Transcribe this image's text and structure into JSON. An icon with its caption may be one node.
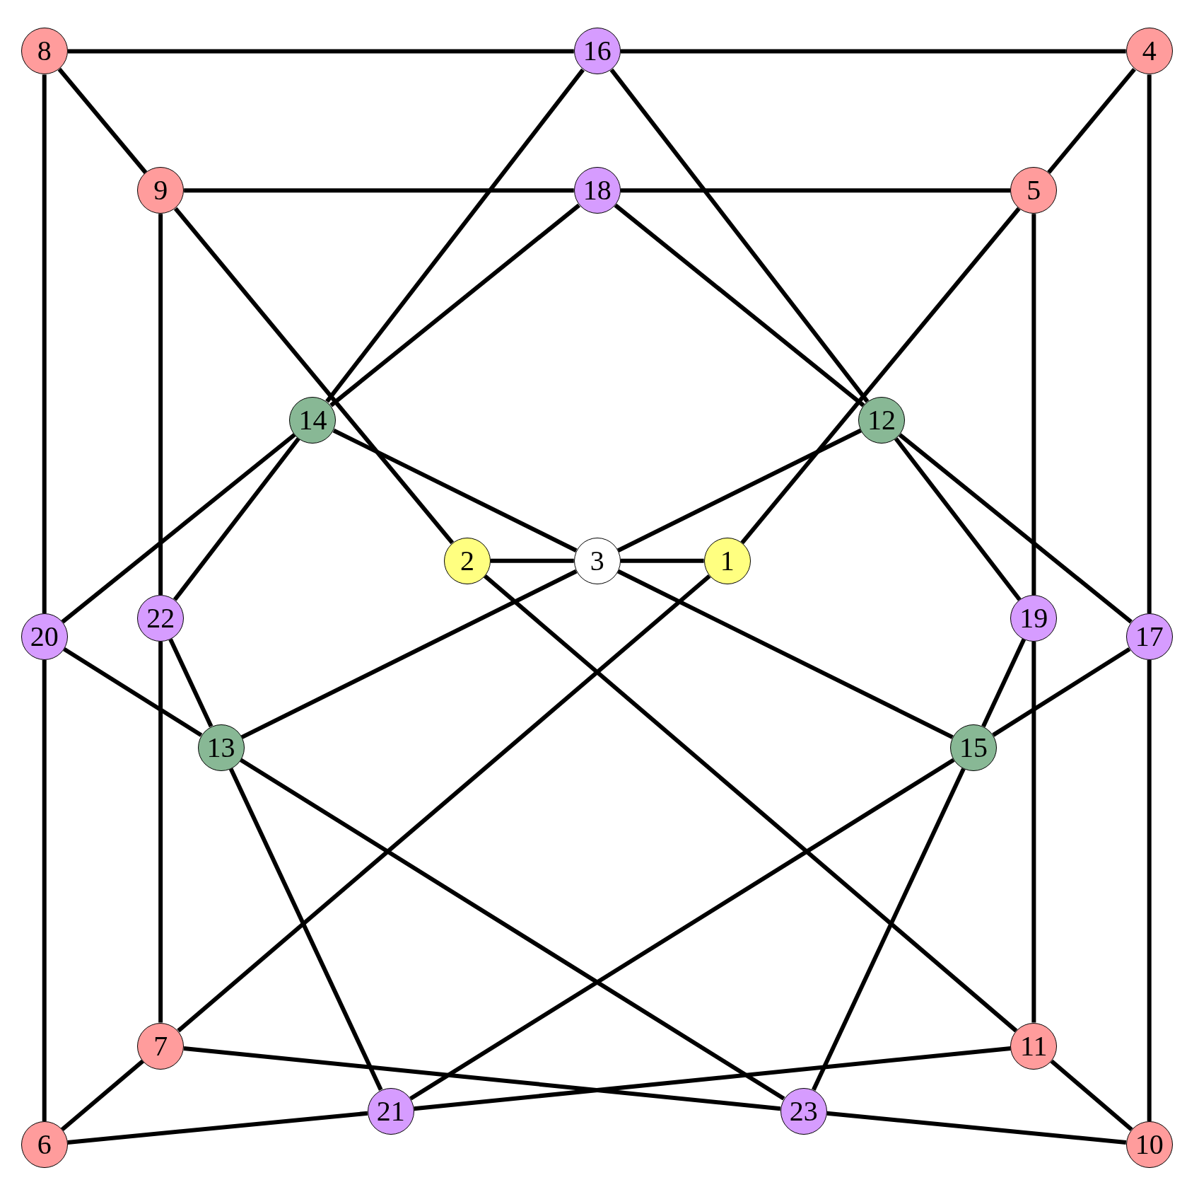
{
  "diagram": {
    "nodes": [
      {
        "text": [
          "1"
        ]
      },
      {
        "text": [
          "2"
        ]
      },
      {
        "text": [
          "3"
        ]
      },
      {
        "text": [
          "4"
        ]
      },
      {
        "text": [
          "5"
        ]
      },
      {
        "text": [
          "6"
        ]
      },
      {
        "text": [
          "7"
        ]
      },
      {
        "text": [
          "8"
        ]
      },
      {
        "text": [
          "9"
        ]
      },
      {
        "text": [
          "10"
        ]
      },
      {
        "text": [
          "11"
        ]
      },
      {
        "text": [
          "12"
        ]
      },
      {
        "text": [
          "13"
        ]
      },
      {
        "text": [
          "14"
        ]
      },
      {
        "text": [
          "15"
        ]
      },
      {
        "text": [
          "16"
        ]
      },
      {
        "text": [
          "17"
        ]
      },
      {
        "text": [
          "18"
        ]
      },
      {
        "text": [
          "19"
        ]
      },
      {
        "text": [
          "20"
        ]
      },
      {
        "text": [
          "21"
        ]
      },
      {
        "text": [
          "22"
        ]
      },
      {
        "text": [
          "23"
        ]
      }
    ],
    "edges": [
      {
        "from": 7,
        "to": 15,
        "arrow": "none"
      },
      {
        "from": 15,
        "to": 3,
        "arrow": "none"
      },
      {
        "from": 7,
        "to": 8,
        "arrow": "none"
      },
      {
        "from": 7,
        "to": 19,
        "arrow": "none"
      },
      {
        "from": 19,
        "to": 5,
        "arrow": "none"
      },
      {
        "from": 3,
        "to": 4,
        "arrow": "none"
      },
      {
        "from": 3,
        "to": 16,
        "arrow": "none"
      },
      {
        "from": 16,
        "to": 9,
        "arrow": "none"
      },
      {
        "from": 8,
        "to": 17,
        "arrow": "none"
      },
      {
        "from": 17,
        "to": 4,
        "arrow": "none"
      },
      {
        "from": 8,
        "to": 21,
        "arrow": "none"
      },
      {
        "from": 21,
        "to": 6,
        "arrow": "none"
      },
      {
        "from": 4,
        "to": 18,
        "arrow": "none"
      },
      {
        "from": 18,
        "to": 10,
        "arrow": "none"
      },
      {
        "from": 8,
        "to": 1,
        "arrow": "none"
      },
      {
        "from": 15,
        "to": 13,
        "arrow": "none"
      },
      {
        "from": 15,
        "to": 11,
        "arrow": "none"
      },
      {
        "from": 17,
        "to": 13,
        "arrow": "none"
      },
      {
        "from": 17,
        "to": 11,
        "arrow": "none"
      },
      {
        "from": 4,
        "to": 0,
        "arrow": "none"
      },
      {
        "from": 13,
        "to": 2,
        "arrow": "none"
      },
      {
        "from": 11,
        "to": 2,
        "arrow": "none"
      },
      {
        "from": 13,
        "to": 19,
        "arrow": "none"
      },
      {
        "from": 13,
        "to": 21,
        "arrow": "none"
      },
      {
        "from": 11,
        "to": 18,
        "arrow": "none"
      },
      {
        "from": 11,
        "to": 16,
        "arrow": "none"
      },
      {
        "from": 1,
        "to": 2,
        "arrow": "none"
      },
      {
        "from": 2,
        "to": 0,
        "arrow": "none"
      },
      {
        "from": 1,
        "to": 10,
        "arrow": "none"
      },
      {
        "from": 0,
        "to": 6,
        "arrow": "none"
      },
      {
        "from": 2,
        "to": 12,
        "arrow": "none"
      },
      {
        "from": 2,
        "to": 14,
        "arrow": "none"
      },
      {
        "from": 19,
        "to": 12,
        "arrow": "none"
      },
      {
        "from": 21,
        "to": 12,
        "arrow": "none"
      },
      {
        "from": 18,
        "to": 14,
        "arrow": "none"
      },
      {
        "from": 16,
        "to": 14,
        "arrow": "none"
      },
      {
        "from": 12,
        "to": 20,
        "arrow": "none"
      },
      {
        "from": 12,
        "to": 22,
        "arrow": "none"
      },
      {
        "from": 14,
        "to": 20,
        "arrow": "none"
      },
      {
        "from": 14,
        "to": 22,
        "arrow": "none"
      },
      {
        "from": 6,
        "to": 5,
        "arrow": "none"
      },
      {
        "from": 6,
        "to": 22,
        "arrow": "none"
      },
      {
        "from": 22,
        "to": 9,
        "arrow": "none"
      },
      {
        "from": 5,
        "to": 20,
        "arrow": "none"
      },
      {
        "from": 20,
        "to": 10,
        "arrow": "none"
      },
      {
        "from": 10,
        "to": 9,
        "arrow": "none"
      }
    ]
  }
}
